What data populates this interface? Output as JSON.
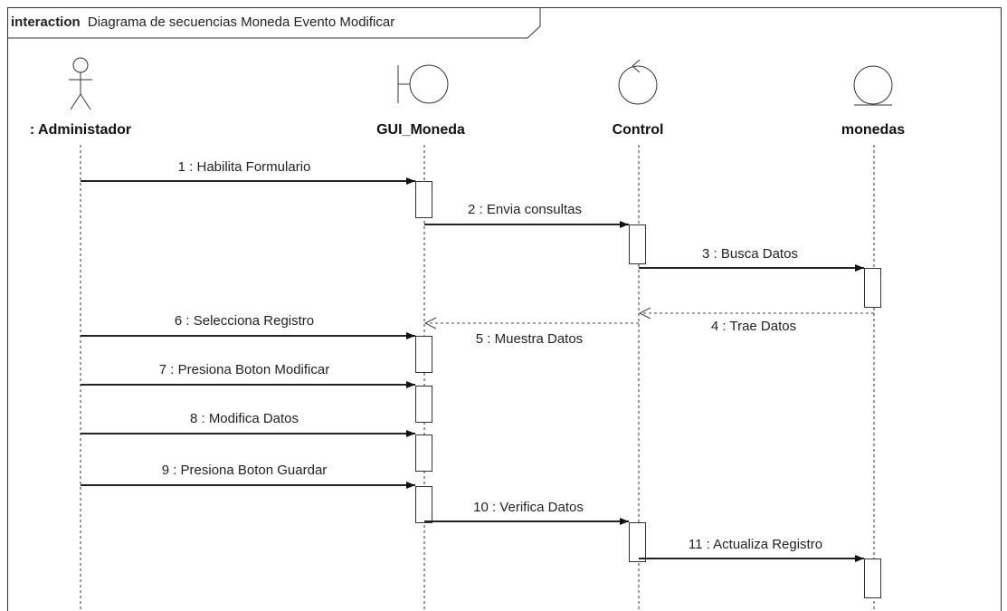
{
  "frame": {
    "keyword": "interaction",
    "title": "Diagrama de secuencias Moneda Evento Modificar"
  },
  "lifelines": [
    {
      "id": "admin",
      "name": ": Administador",
      "kind": "actor"
    },
    {
      "id": "gui",
      "name": "GUI_Moneda",
      "kind": "boundary"
    },
    {
      "id": "control",
      "name": "Control",
      "kind": "control"
    },
    {
      "id": "monedas",
      "name": "monedas",
      "kind": "entity"
    }
  ],
  "messages": [
    {
      "n": 1,
      "label": "1 : Habilita Formulario",
      "from": "admin",
      "to": "gui",
      "type": "sync"
    },
    {
      "n": 2,
      "label": "2 : Envia consultas",
      "from": "gui",
      "to": "control",
      "type": "sync"
    },
    {
      "n": 3,
      "label": "3 : Busca Datos",
      "from": "control",
      "to": "monedas",
      "type": "sync"
    },
    {
      "n": 4,
      "label": "4 : Trae Datos",
      "from": "monedas",
      "to": "control",
      "type": "return"
    },
    {
      "n": 5,
      "label": "5 : Muestra Datos",
      "from": "control",
      "to": "gui",
      "type": "return"
    },
    {
      "n": 6,
      "label": "6 : Selecciona Registro",
      "from": "admin",
      "to": "gui",
      "type": "sync"
    },
    {
      "n": 7,
      "label": "7 : Presiona Boton Modificar",
      "from": "admin",
      "to": "gui",
      "type": "sync"
    },
    {
      "n": 8,
      "label": "8 : Modifica Datos",
      "from": "admin",
      "to": "gui",
      "type": "sync"
    },
    {
      "n": 9,
      "label": "9 : Presiona Boton Guardar",
      "from": "admin",
      "to": "gui",
      "type": "sync"
    },
    {
      "n": 10,
      "label": "10 : Verifica Datos",
      "from": "gui",
      "to": "control",
      "type": "sync"
    },
    {
      "n": 11,
      "label": "11 : Actualiza Registro",
      "from": "control",
      "to": "monedas",
      "type": "sync"
    }
  ],
  "colors": {
    "line": "#222222",
    "frame": "#333333",
    "activation_fill": "#ffffff"
  }
}
